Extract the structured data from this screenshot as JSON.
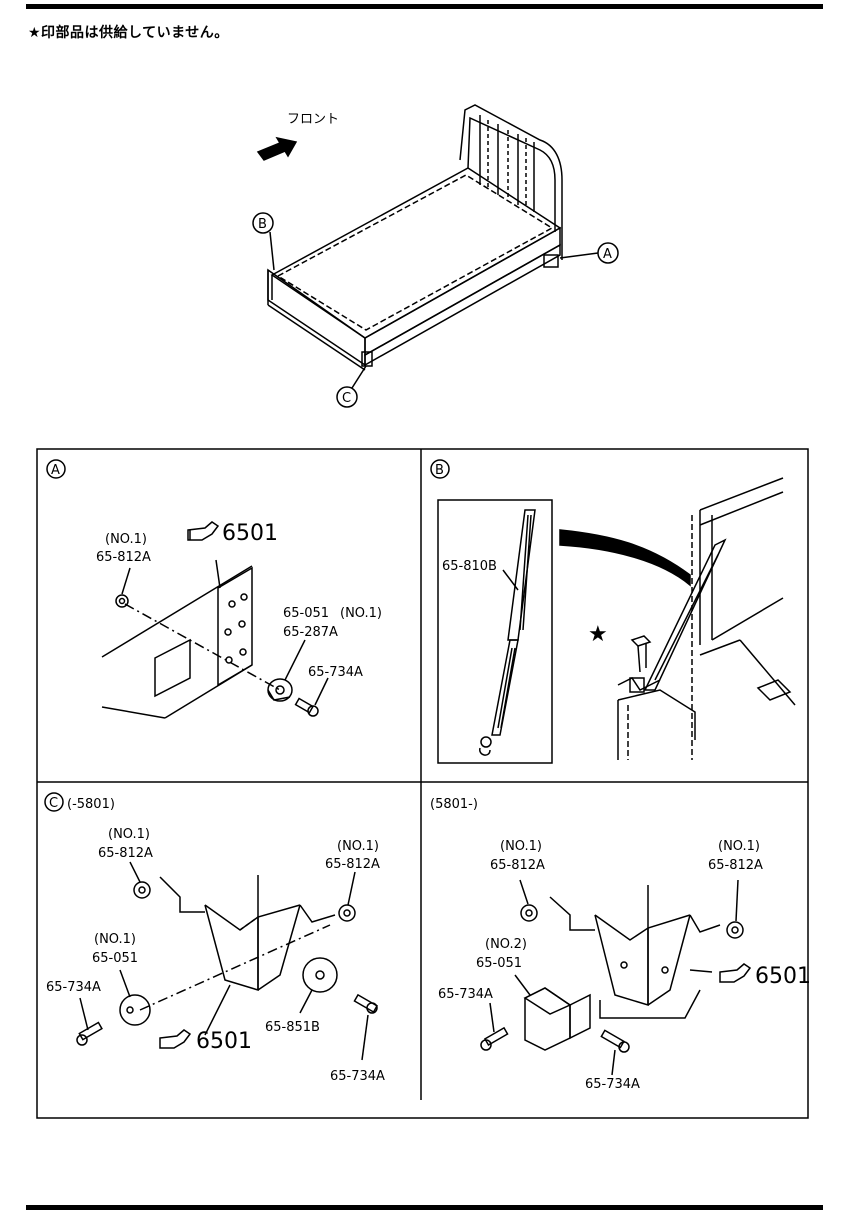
{
  "note": "★印部品は供給していません。",
  "overview": {
    "front_label": "フロント",
    "callouts": [
      "A",
      "B",
      "C"
    ]
  },
  "panel_a": {
    "tag": "A",
    "ref": "6501",
    "labels": [
      "(NO.1)",
      "65-812A",
      "65-051",
      "(NO.1)",
      "65-287A",
      "65-734A"
    ]
  },
  "panel_b": {
    "tag": "B",
    "labels": [
      "65-810B"
    ],
    "star": "★"
  },
  "panel_c": {
    "tag": "C",
    "range": "(-5801)",
    "ref": "6501",
    "labels": [
      "(NO.1)",
      "65-812A",
      "(NO.1)",
      "65-812A",
      "(NO.1)",
      "65-051",
      "65-734A",
      "65-851B",
      "65-734A"
    ]
  },
  "panel_d": {
    "range": "(5801-)",
    "ref": "6501",
    "labels": [
      "(NO.1)",
      "65-812A",
      "(NO.1)",
      "65-812A",
      "(NO.2)",
      "65-051",
      "65-734A",
      "65-734A"
    ]
  }
}
